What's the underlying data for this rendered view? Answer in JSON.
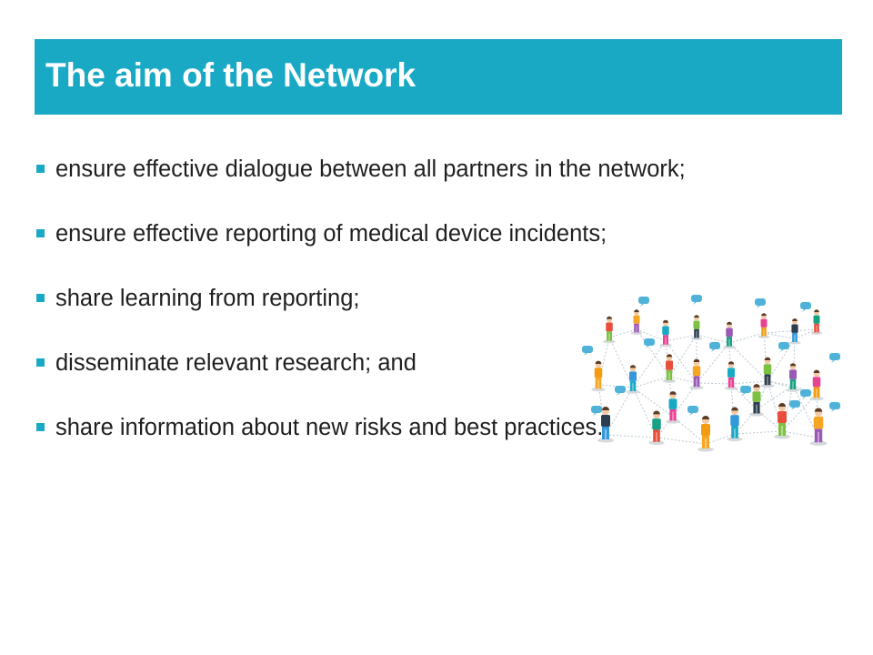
{
  "slide": {
    "title": "The aim of the Network",
    "accent_color": "#1aa9c5",
    "bullets": [
      "ensure effective dialogue between all partners in the network;",
      "ensure effective reporting of medical device incidents;",
      "share learning from reporting;",
      "disseminate relevant research; and",
      "share information about new risks and best practices."
    ],
    "illustration": "people-network-icon"
  }
}
